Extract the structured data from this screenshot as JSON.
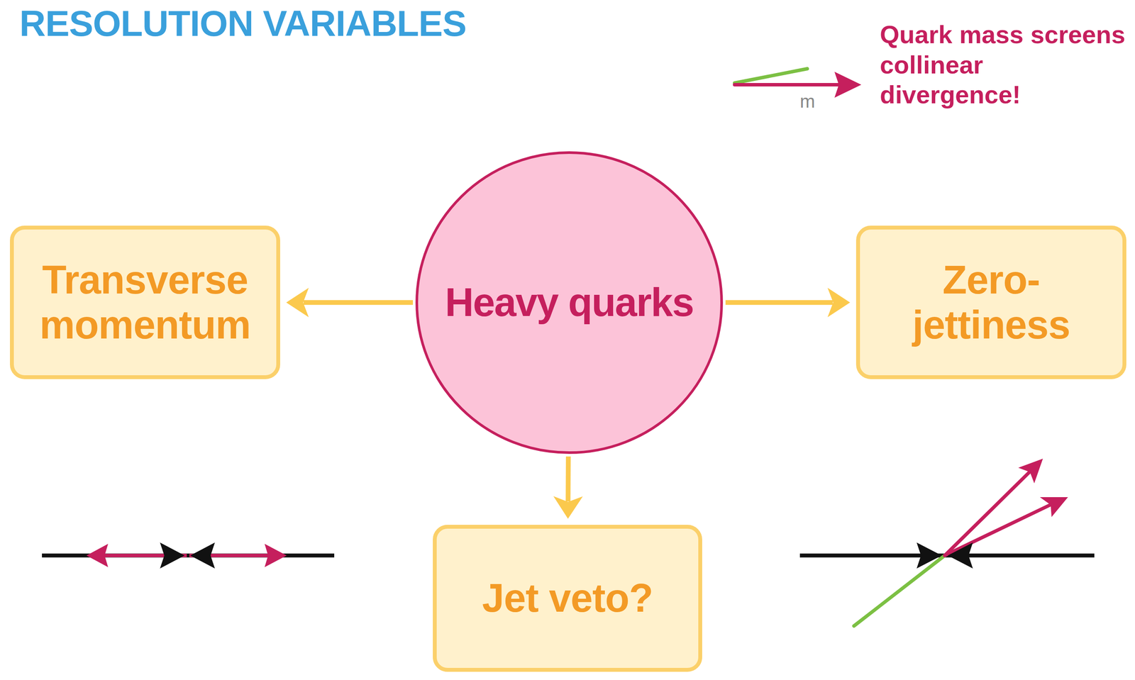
{
  "diagram": {
    "title": "RESOLUTION VARIABLES",
    "nodes": [
      {
        "text": [
          "Transverse momentum"
        ]
      },
      {
        "text": [
          "Heavy quarks"
        ]
      },
      {
        "text": [
          "Zero-jettiness"
        ]
      },
      {
        "text": [
          "Jet veto?"
        ]
      }
    ],
    "edges": [
      {
        "from": 1,
        "to": 0,
        "arrow": "to"
      },
      {
        "from": 1,
        "to": 2,
        "arrow": "to"
      },
      {
        "from": 1,
        "to": 3,
        "arrow": "to"
      }
    ],
    "labels": [
      "Quark mass screens collinear divergence!",
      "m"
    ]
  }
}
